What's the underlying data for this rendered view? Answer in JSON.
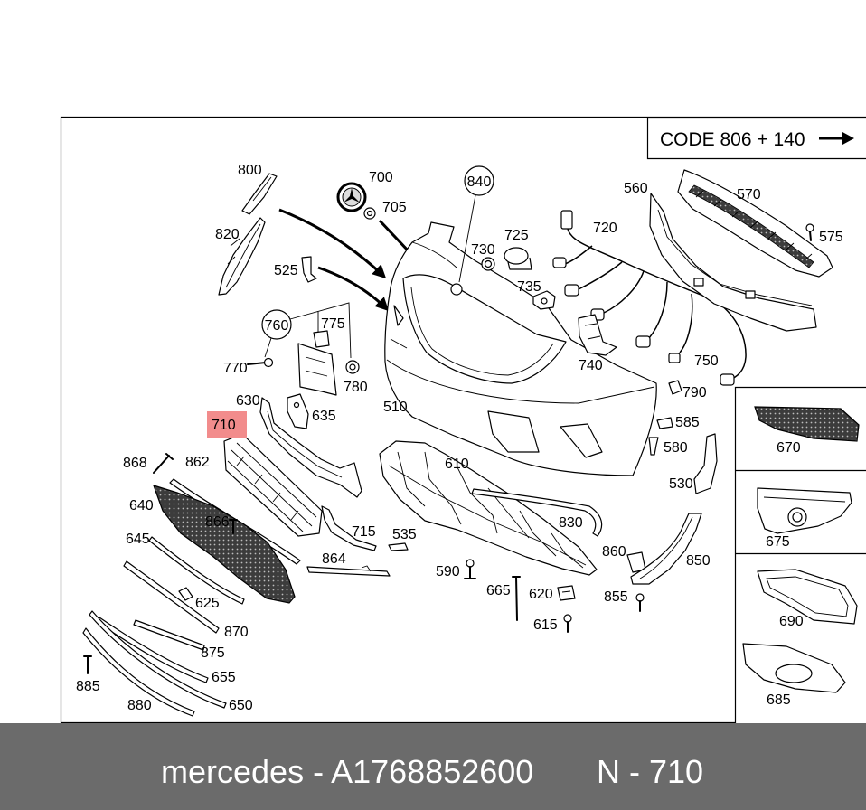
{
  "code_box": {
    "label": "CODE 806 + 140",
    "arrow_icon": "right-arrow-icon"
  },
  "diagram": {
    "callouts": [
      "800",
      "700",
      "705",
      "840",
      "725",
      "730",
      "720",
      "560",
      "570",
      "575",
      "820",
      "525",
      "735",
      "760",
      "775",
      "770",
      "780",
      "740",
      "750",
      "630",
      "635",
      "510",
      "585",
      "790",
      "710",
      "580",
      "868",
      "862",
      "610",
      "530",
      "640",
      "866",
      "715",
      "535",
      "830",
      "645",
      "864",
      "860",
      "850",
      "590",
      "665",
      "620",
      "625",
      "855",
      "615",
      "870",
      "875",
      "885",
      "655",
      "880",
      "650"
    ],
    "inset_callouts": [
      "670",
      "675",
      "690",
      "685"
    ]
  },
  "footer": {
    "part_text": "mercedes - A1768852600",
    "ref_text": "N - 710"
  },
  "colors": {
    "background": "#ffffff",
    "line": "#000000",
    "highlight": "#f28c8c",
    "footer_bg": "#6b6b6b",
    "footer_text": "#ffffff"
  }
}
